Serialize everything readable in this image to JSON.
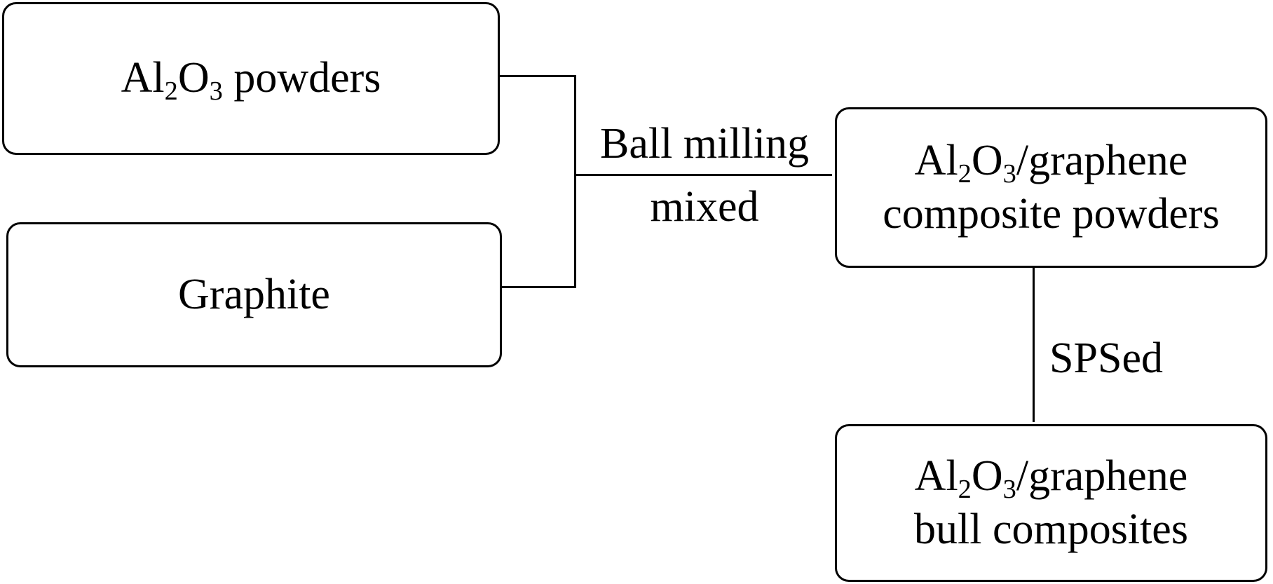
{
  "nodes": {
    "al2o3_powders": {
      "al": "Al",
      "al_sub": "2",
      "o": "O",
      "o_sub": "3",
      "rest": " powders"
    },
    "graphite": {
      "label": "Graphite"
    },
    "composite_powders": {
      "al": "Al",
      "al_sub": "2",
      "o": "O",
      "o_sub": "3",
      "rest": "/graphene",
      "line2": "composite powders"
    },
    "bulk_composites": {
      "al": "Al",
      "al_sub": "2",
      "o": "O",
      "o_sub": "3",
      "rest": "/graphene",
      "line2": "bull composites"
    }
  },
  "edges": {
    "ball_milling": {
      "line1": "Ball milling",
      "line2": "mixed"
    },
    "sps": {
      "label": "SPSed"
    }
  }
}
